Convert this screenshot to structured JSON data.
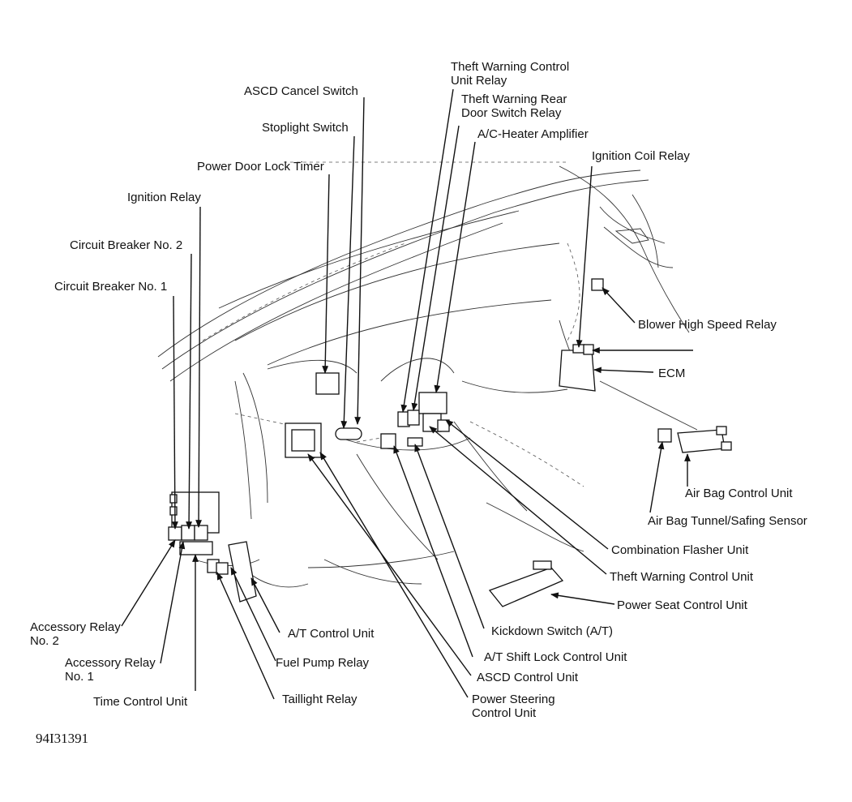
{
  "figure_id": "94I31391",
  "labels": {
    "theft_warning_control_unit_relay": [
      "Theft Warning Control",
      "Unit Relay"
    ],
    "theft_warning_rear_door_switch_relay": [
      "Theft Warning Rear",
      "Door Switch Relay"
    ],
    "ac_heater_amplifier": "A/C-Heater Amplifier",
    "ascd_cancel_switch": "ASCD Cancel Switch",
    "stoplight_switch": "Stoplight Switch",
    "power_door_lock_timer": "Power Door Lock Timer",
    "ignition_coil_relay": "Ignition Coil Relay",
    "ignition_relay": "Ignition Relay",
    "circuit_breaker_no2": "Circuit Breaker No. 2",
    "circuit_breaker_no1": "Circuit Breaker No. 1",
    "blower_high_speed_relay": "Blower High Speed Relay",
    "ecm": "ECM",
    "air_bag_control_unit": "Air Bag Control Unit",
    "air_bag_tunnel_safing_sensor": "Air Bag Tunnel/Safing Sensor",
    "combination_flasher_unit": "Combination Flasher Unit",
    "theft_warning_control_unit": "Theft Warning Control Unit",
    "power_seat_control_unit": "Power Seat Control Unit",
    "kickdown_switch": "Kickdown Switch (A/T)",
    "at_shift_lock_control_unit": "A/T Shift Lock Control Unit",
    "ascd_control_unit": "ASCD Control Unit",
    "power_steering_control_unit": [
      "Power Steering",
      "Control Unit"
    ],
    "at_control_unit": "A/T Control Unit",
    "fuel_pump_relay": "Fuel Pump Relay",
    "taillight_relay": "Taillight Relay",
    "accessory_relay_no2": [
      "Accessory Relay",
      "No. 2"
    ],
    "accessory_relay_no1": [
      "Accessory Relay",
      "No. 1"
    ],
    "time_control_unit": "Time Control Unit"
  }
}
